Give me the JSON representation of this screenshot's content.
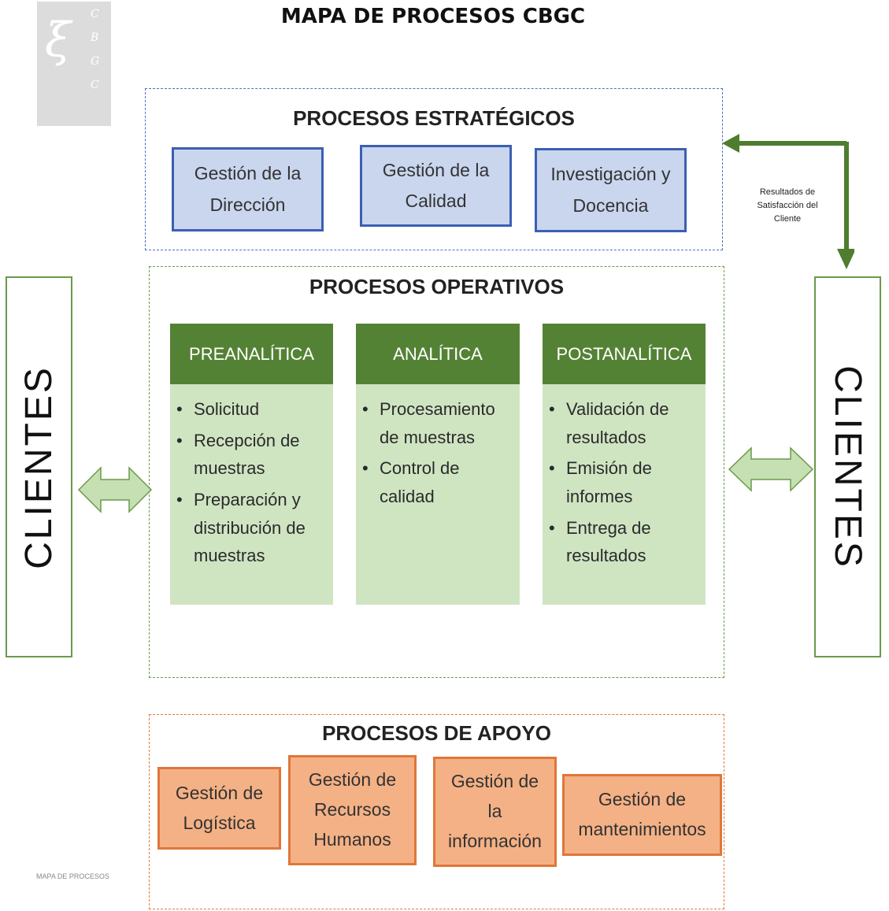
{
  "title": "MAPA DE PROCESOS CBGC",
  "logo": {
    "letters": [
      "C",
      "B",
      "G",
      "C"
    ]
  },
  "estrategicos": {
    "title": "PROCESOS ESTRATÉGICOS",
    "boxes": [
      {
        "line1": "Gestión de la",
        "line2": "Dirección"
      },
      {
        "line1": "Gestión de la",
        "line2": "Calidad"
      },
      {
        "line1": "Investigación y",
        "line2": "Docencia"
      }
    ]
  },
  "feedback": {
    "line1": "Resultados de",
    "line2": "Satisfacción del",
    "line3": "Cliente"
  },
  "operativos": {
    "title": "PROCESOS OPERATIVOS",
    "columns": [
      {
        "header": "PREANALÍTICA",
        "items": [
          "Solicitud",
          "Recepción de muestras",
          "Preparación y distribución de muestras"
        ]
      },
      {
        "header": "ANALÍTICA",
        "items": [
          "Procesamiento de muestras",
          "Control de calidad"
        ]
      },
      {
        "header": "POSTANALÍTICA",
        "items": [
          "Validación de resultados",
          "Emisión de informes",
          "Entrega de resultados"
        ]
      }
    ]
  },
  "clientes": {
    "left": "CLIENTES",
    "right": "CLIENTES"
  },
  "apoyo": {
    "title": "PROCESOS DE APOYO",
    "boxes": [
      {
        "line1": "Gestión de",
        "line2": "Logística",
        "line3": ""
      },
      {
        "line1": "Gestión de",
        "line2": "Recursos",
        "line3": "Humanos"
      },
      {
        "line1": "Gestión de",
        "line2": "la",
        "line3": "información"
      },
      {
        "line1": "Gestión de",
        "line2": "mantenimientos",
        "line3": ""
      }
    ]
  },
  "footer": "MAPA DE PROCESOS",
  "colors": {
    "blue": "#3b5fb3",
    "green": "#548235",
    "orange": "#e0763a",
    "arrow_green": "#4e7d2e"
  }
}
